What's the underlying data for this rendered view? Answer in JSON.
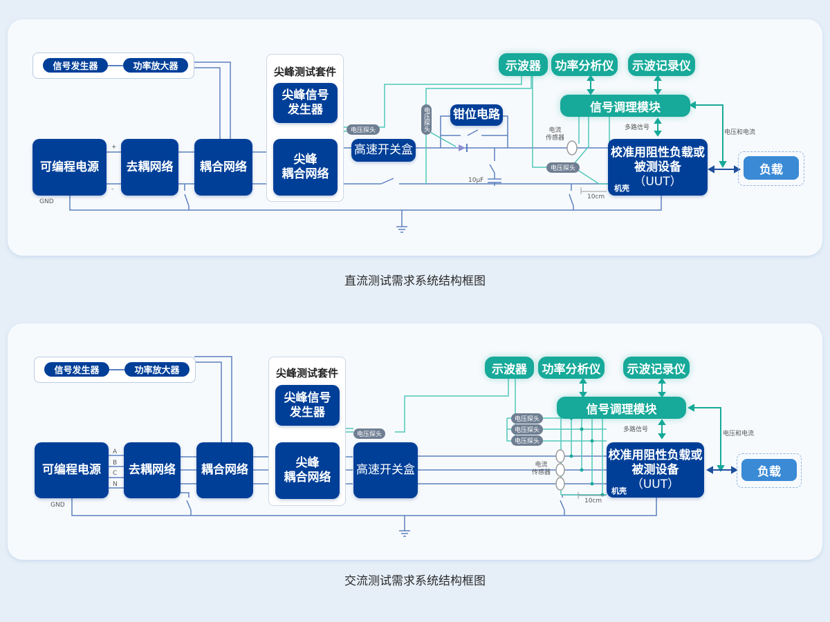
{
  "dc": {
    "caption": "直流测试需求系统结构框图",
    "signal_generator": "信号发生器",
    "power_amplifier": "功率放大器",
    "programmable_supply": "可编程电源",
    "decoupling": "去耦网络",
    "coupling": "耦合网络",
    "suite_title": "尖峰测试套件",
    "spike_generator_l1": "尖峰信号",
    "spike_generator_l2": "发生器",
    "spike_coupling_l1": "尖峰",
    "spike_coupling_l2": "耦合网络",
    "switch_box": "高速开关盒",
    "clamp": "钳位电路",
    "oscilloscope": "示波器",
    "power_analyzer": "功率分析仪",
    "recorder": "示波记录仪",
    "conditioning": "信号调理模块",
    "uut_l1": "校准用阻性负载或",
    "uut_l2": "被测设备",
    "uut_l3": "（UUT）",
    "chassis": "机壳",
    "load": "负载",
    "voltage_probe": "电压探头",
    "current_sensor_l1": "电流",
    "current_sensor_l2": "传感器",
    "multi_signal": "多路信号",
    "volt_current": "电压和电流",
    "capacitor": "10μF",
    "distance": "10cm",
    "gnd": "GND",
    "plus": "+",
    "minus": "-"
  },
  "ac": {
    "caption": "交流测试需求系统结构框图",
    "signal_generator": "信号发生器",
    "power_amplifier": "功率放大器",
    "programmable_supply": "可编程电源",
    "decoupling": "去耦网络",
    "coupling": "耦合网络",
    "suite_title": "尖峰测试套件",
    "spike_generator_l1": "尖峰信号",
    "spike_generator_l2": "发生器",
    "spike_coupling_l1": "尖峰",
    "spike_coupling_l2": "耦合网络",
    "switch_box": "高速开关盒",
    "oscilloscope": "示波器",
    "power_analyzer": "功率分析仪",
    "recorder": "示波记录仪",
    "conditioning": "信号调理模块",
    "uut_l1": "校准用阻性负载或",
    "uut_l2": "被测设备",
    "uut_l3": "（UUT）",
    "chassis": "机壳",
    "load": "负载",
    "voltage_probe": "电压探头",
    "current_sensor_l1": "电流",
    "current_sensor_l2": "传感器",
    "multi_signal": "多路信号",
    "volt_current": "电压和电流",
    "distance": "10cm",
    "gnd": "GND",
    "phases": [
      "A",
      "B",
      "C",
      "N"
    ]
  },
  "colors": {
    "block": "#003f98",
    "teal": "#17a999",
    "probe": "#6f7e92",
    "load": "#3a8ad6",
    "wire": "#5b7fbf",
    "teal_wire": "#4fc7b8"
  }
}
